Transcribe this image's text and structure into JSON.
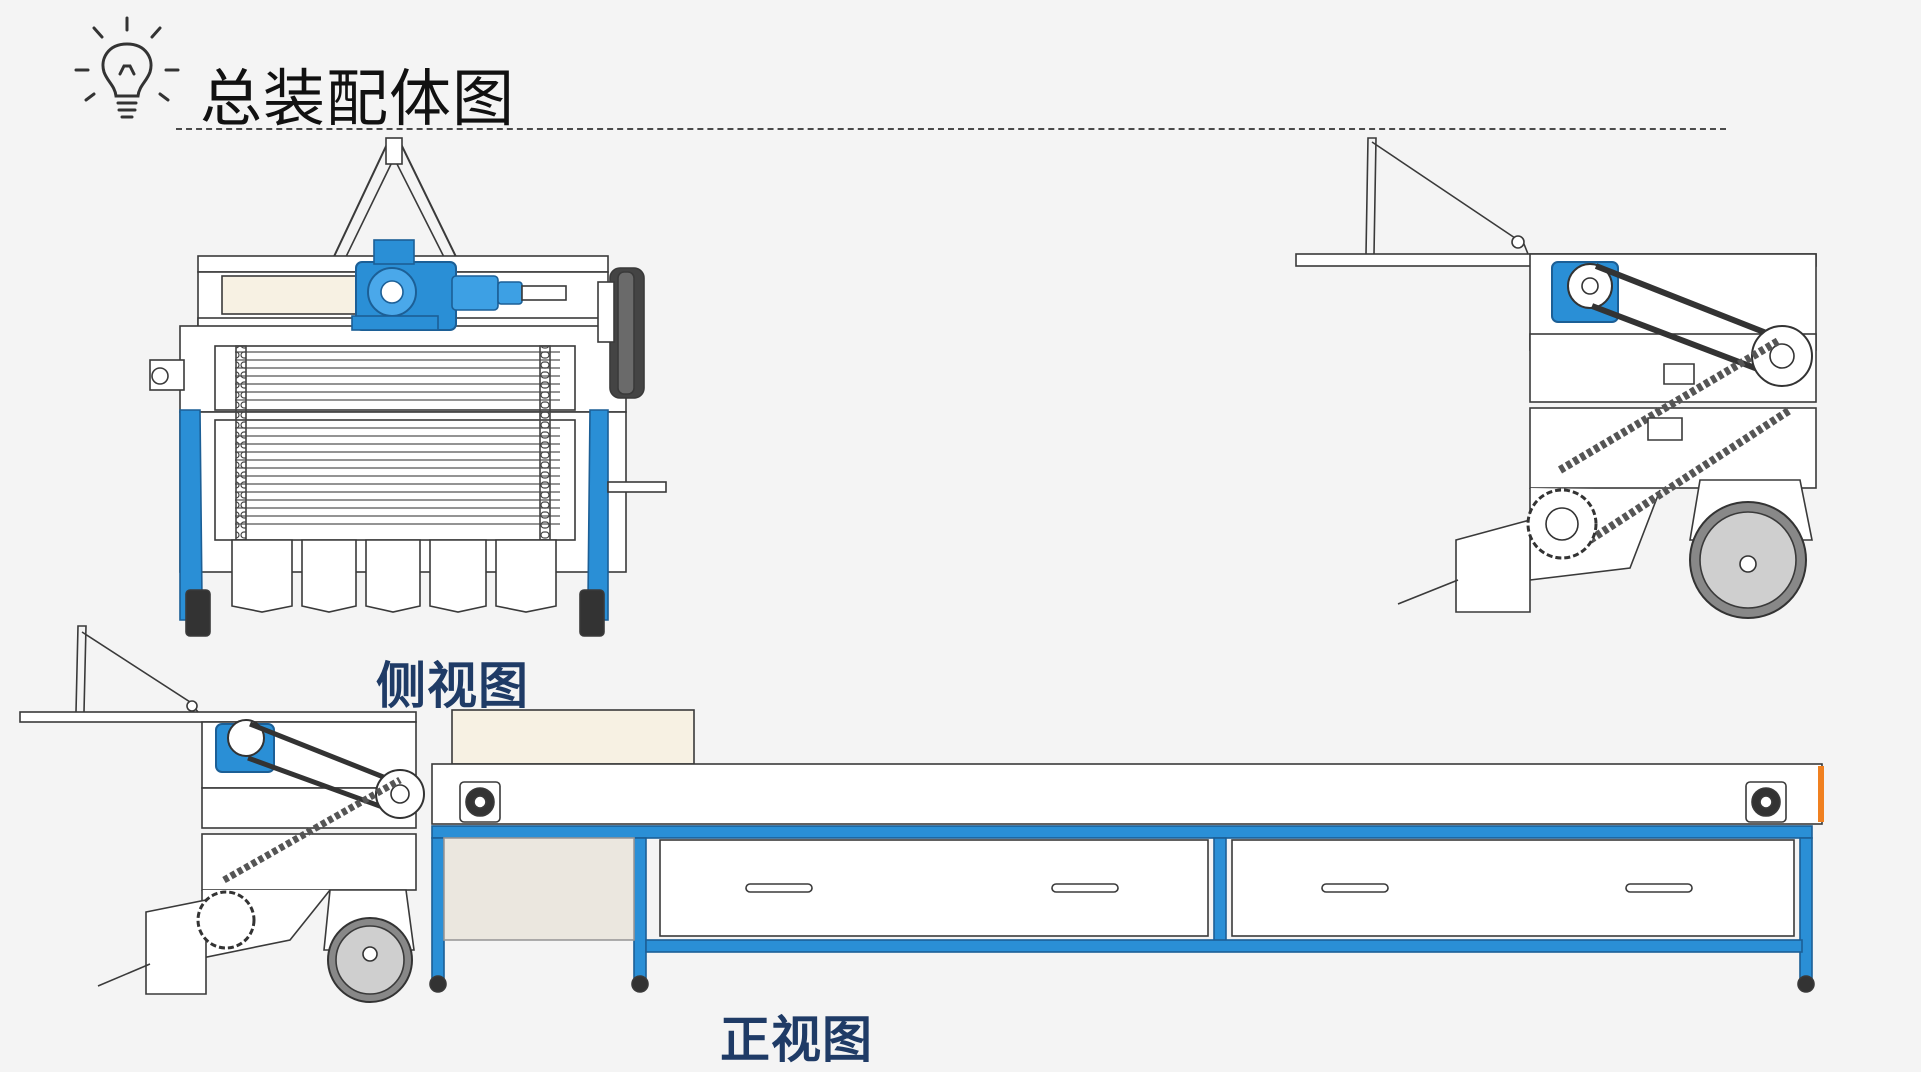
{
  "header": {
    "title": "总装配体图",
    "icon": "lightbulb-icon"
  },
  "labels": {
    "side_view": "侧视图",
    "front_view": "正视图"
  },
  "colors": {
    "accent_blue": "#2a8fd6",
    "label_navy": "#1f3b66",
    "line": "#3a3a3a",
    "panel_cream": "#f7f1e3"
  }
}
